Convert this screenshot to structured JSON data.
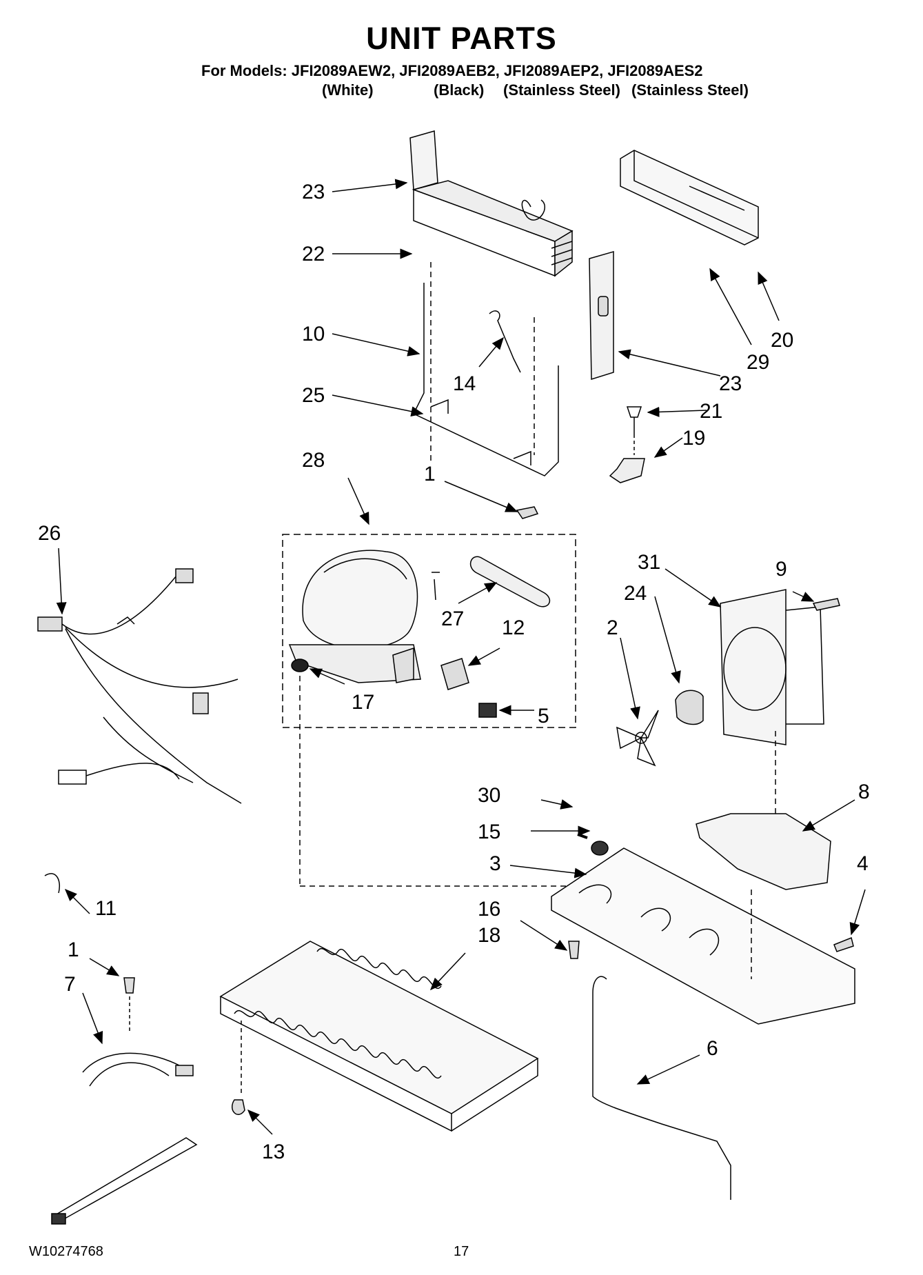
{
  "header": {
    "title": "UNIT PARTS",
    "models_line": "For Models: JFI2089AEW2, JFI2089AEB2, JFI2089AEP2, JFI2089AES2",
    "finishes": [
      "(White)",
      "(Black)",
      "(Stainless Steel)",
      "(Stainless Steel)"
    ]
  },
  "callouts": [
    "23",
    "22",
    "10",
    "14",
    "25",
    "23",
    "29",
    "20",
    "21",
    "19",
    "28",
    "1",
    "26",
    "31",
    "9",
    "24",
    "27",
    "12",
    "2",
    "17",
    "5",
    "30",
    "8",
    "15",
    "3",
    "4",
    "11",
    "16",
    "18",
    "1",
    "7",
    "6",
    "13"
  ],
  "footer": {
    "doc_number": "W10274768",
    "page_number": "17"
  }
}
